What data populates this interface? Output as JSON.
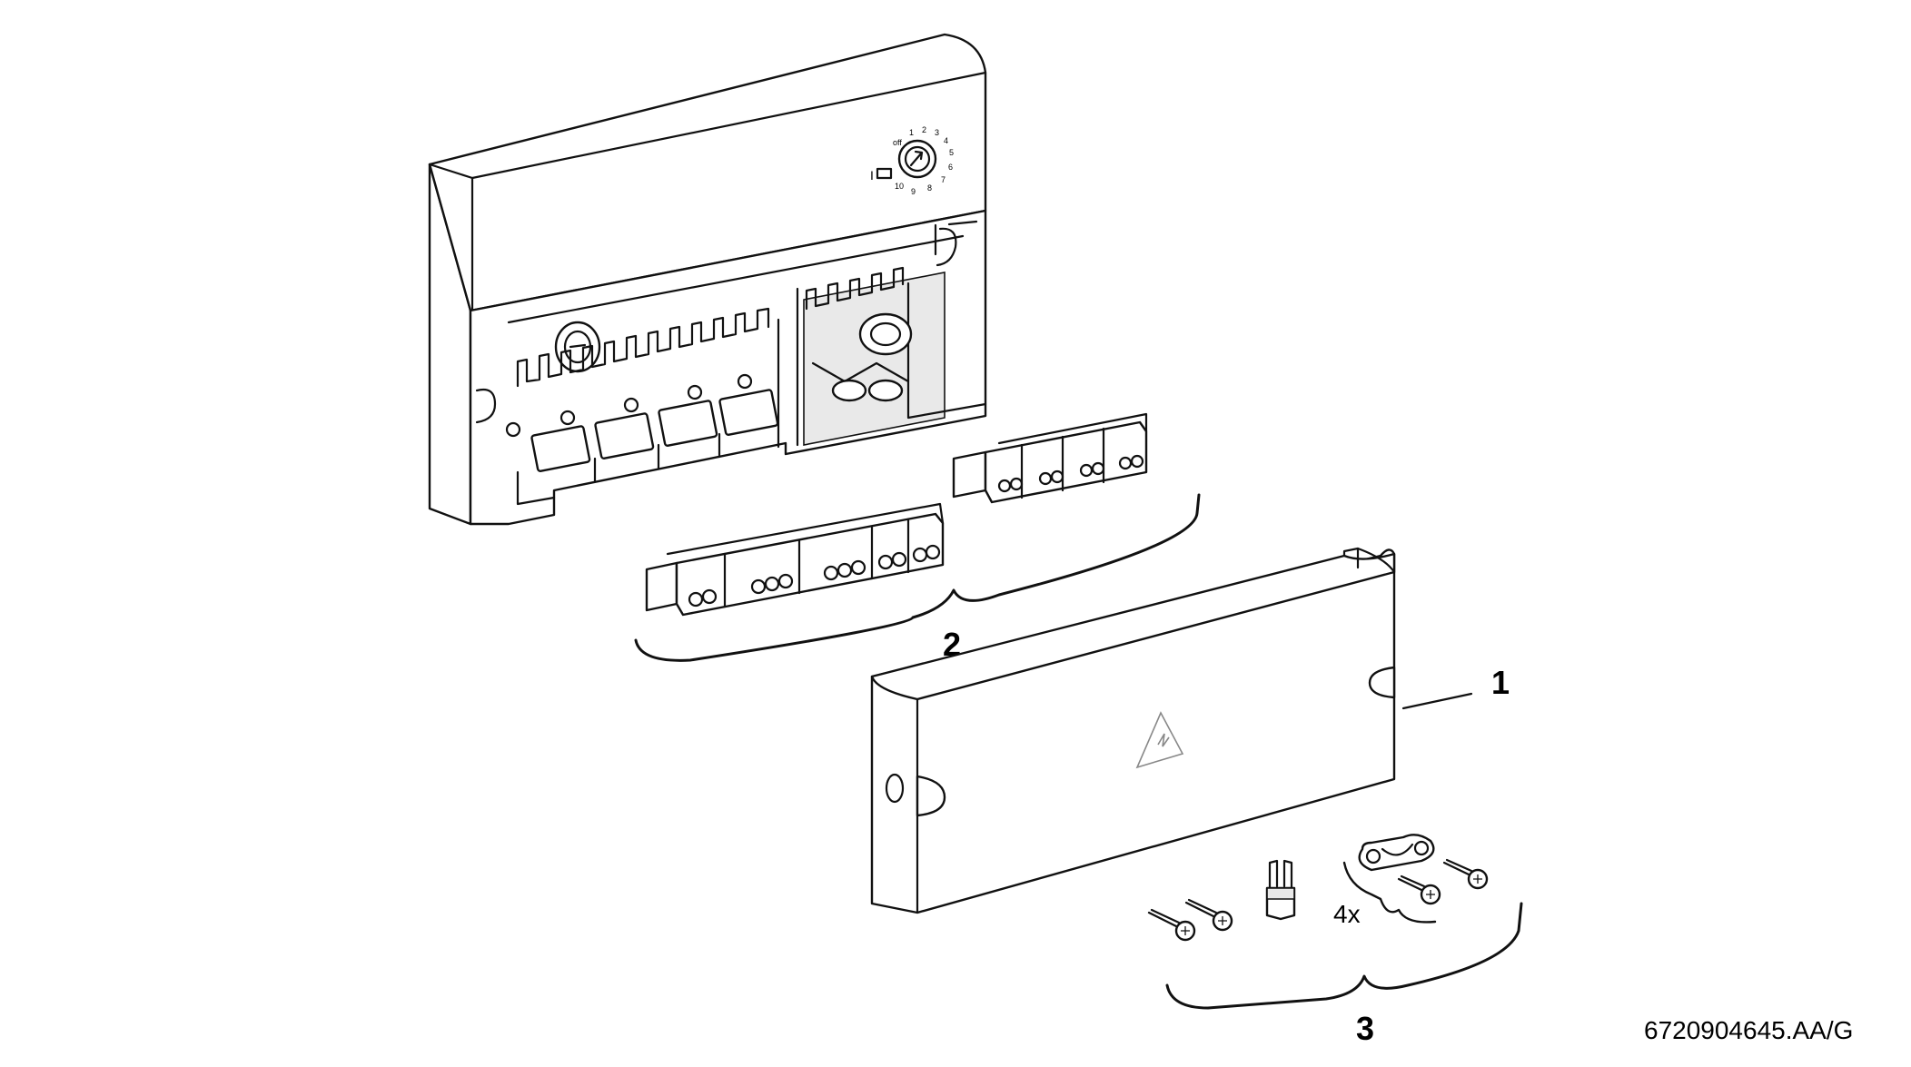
{
  "diagram": {
    "callouts": [
      "1",
      "2",
      "3"
    ],
    "quantity_note": "4x",
    "reference_code": "6720904645.AA/G",
    "dial": {
      "marks": [
        "off",
        "1",
        "2",
        "3",
        "4",
        "5",
        "6",
        "7",
        "8",
        "9",
        "10"
      ],
      "indicator": "I"
    },
    "parts": {
      "main_unit": "module-housing",
      "terminal_blocks": "terminal-connectors",
      "cover": "terminal-cover",
      "fixing_kit": "screws-and-strain-relief"
    }
  }
}
